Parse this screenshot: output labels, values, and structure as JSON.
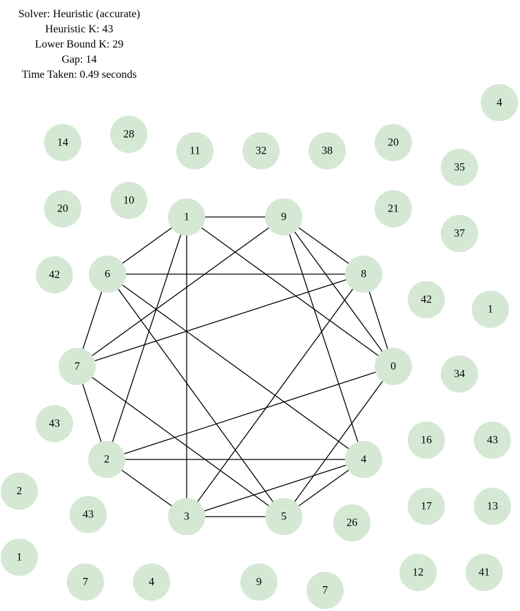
{
  "info": {
    "solver": "Solver: Heuristic (accurate)",
    "heuristic_k": "Heuristic K: 43",
    "lower_bound_k": "Lower Bound K: 29",
    "gap": "Gap: 14",
    "time_taken": "Time Taken: 0.49 seconds"
  },
  "colors": {
    "node_fill": "#d5e8d4",
    "edge": "#000000",
    "text": "#000000"
  },
  "graph": {
    "nodes": [
      {
        "id": "0",
        "label": "0"
      },
      {
        "id": "1",
        "label": "1"
      },
      {
        "id": "2",
        "label": "2"
      },
      {
        "id": "3",
        "label": "3"
      },
      {
        "id": "4",
        "label": "4"
      },
      {
        "id": "5",
        "label": "5"
      },
      {
        "id": "6",
        "label": "6"
      },
      {
        "id": "7",
        "label": "7"
      },
      {
        "id": "8",
        "label": "8"
      },
      {
        "id": "9",
        "label": "9"
      },
      {
        "id": "i1",
        "label": "4"
      },
      {
        "id": "i2",
        "label": "14"
      },
      {
        "id": "i3",
        "label": "28"
      },
      {
        "id": "i4",
        "label": "11"
      },
      {
        "id": "i5",
        "label": "32"
      },
      {
        "id": "i6",
        "label": "38"
      },
      {
        "id": "i7",
        "label": "20"
      },
      {
        "id": "i8",
        "label": "35"
      },
      {
        "id": "i9",
        "label": "20"
      },
      {
        "id": "i10",
        "label": "10"
      },
      {
        "id": "i11",
        "label": "21"
      },
      {
        "id": "i12",
        "label": "37"
      },
      {
        "id": "i13",
        "label": "42"
      },
      {
        "id": "i14",
        "label": "42"
      },
      {
        "id": "i15",
        "label": "1"
      },
      {
        "id": "i16",
        "label": "34"
      },
      {
        "id": "i17",
        "label": "43"
      },
      {
        "id": "i18",
        "label": "16"
      },
      {
        "id": "i19",
        "label": "43"
      },
      {
        "id": "i20",
        "label": "2"
      },
      {
        "id": "i21",
        "label": "43"
      },
      {
        "id": "i22",
        "label": "26"
      },
      {
        "id": "i23",
        "label": "17"
      },
      {
        "id": "i24",
        "label": "13"
      },
      {
        "id": "i25",
        "label": "1"
      },
      {
        "id": "i26",
        "label": "7"
      },
      {
        "id": "i27",
        "label": "4"
      },
      {
        "id": "i28",
        "label": "9"
      },
      {
        "id": "i29",
        "label": "7"
      },
      {
        "id": "i30",
        "label": "12"
      },
      {
        "id": "i31",
        "label": "41"
      }
    ],
    "edges": [
      [
        "1",
        "9"
      ],
      [
        "1",
        "6"
      ],
      [
        "1",
        "0"
      ],
      [
        "1",
        "2"
      ],
      [
        "1",
        "3"
      ],
      [
        "9",
        "8"
      ],
      [
        "9",
        "0"
      ],
      [
        "9",
        "4"
      ],
      [
        "9",
        "7"
      ],
      [
        "6",
        "8"
      ],
      [
        "6",
        "7"
      ],
      [
        "6",
        "4"
      ],
      [
        "6",
        "5"
      ],
      [
        "8",
        "0"
      ],
      [
        "8",
        "7"
      ],
      [
        "8",
        "3"
      ],
      [
        "7",
        "2"
      ],
      [
        "7",
        "5"
      ],
      [
        "0",
        "2"
      ],
      [
        "0",
        "5"
      ],
      [
        "2",
        "4"
      ],
      [
        "2",
        "3"
      ],
      [
        "4",
        "3"
      ],
      [
        "4",
        "5"
      ],
      [
        "3",
        "5"
      ]
    ]
  }
}
